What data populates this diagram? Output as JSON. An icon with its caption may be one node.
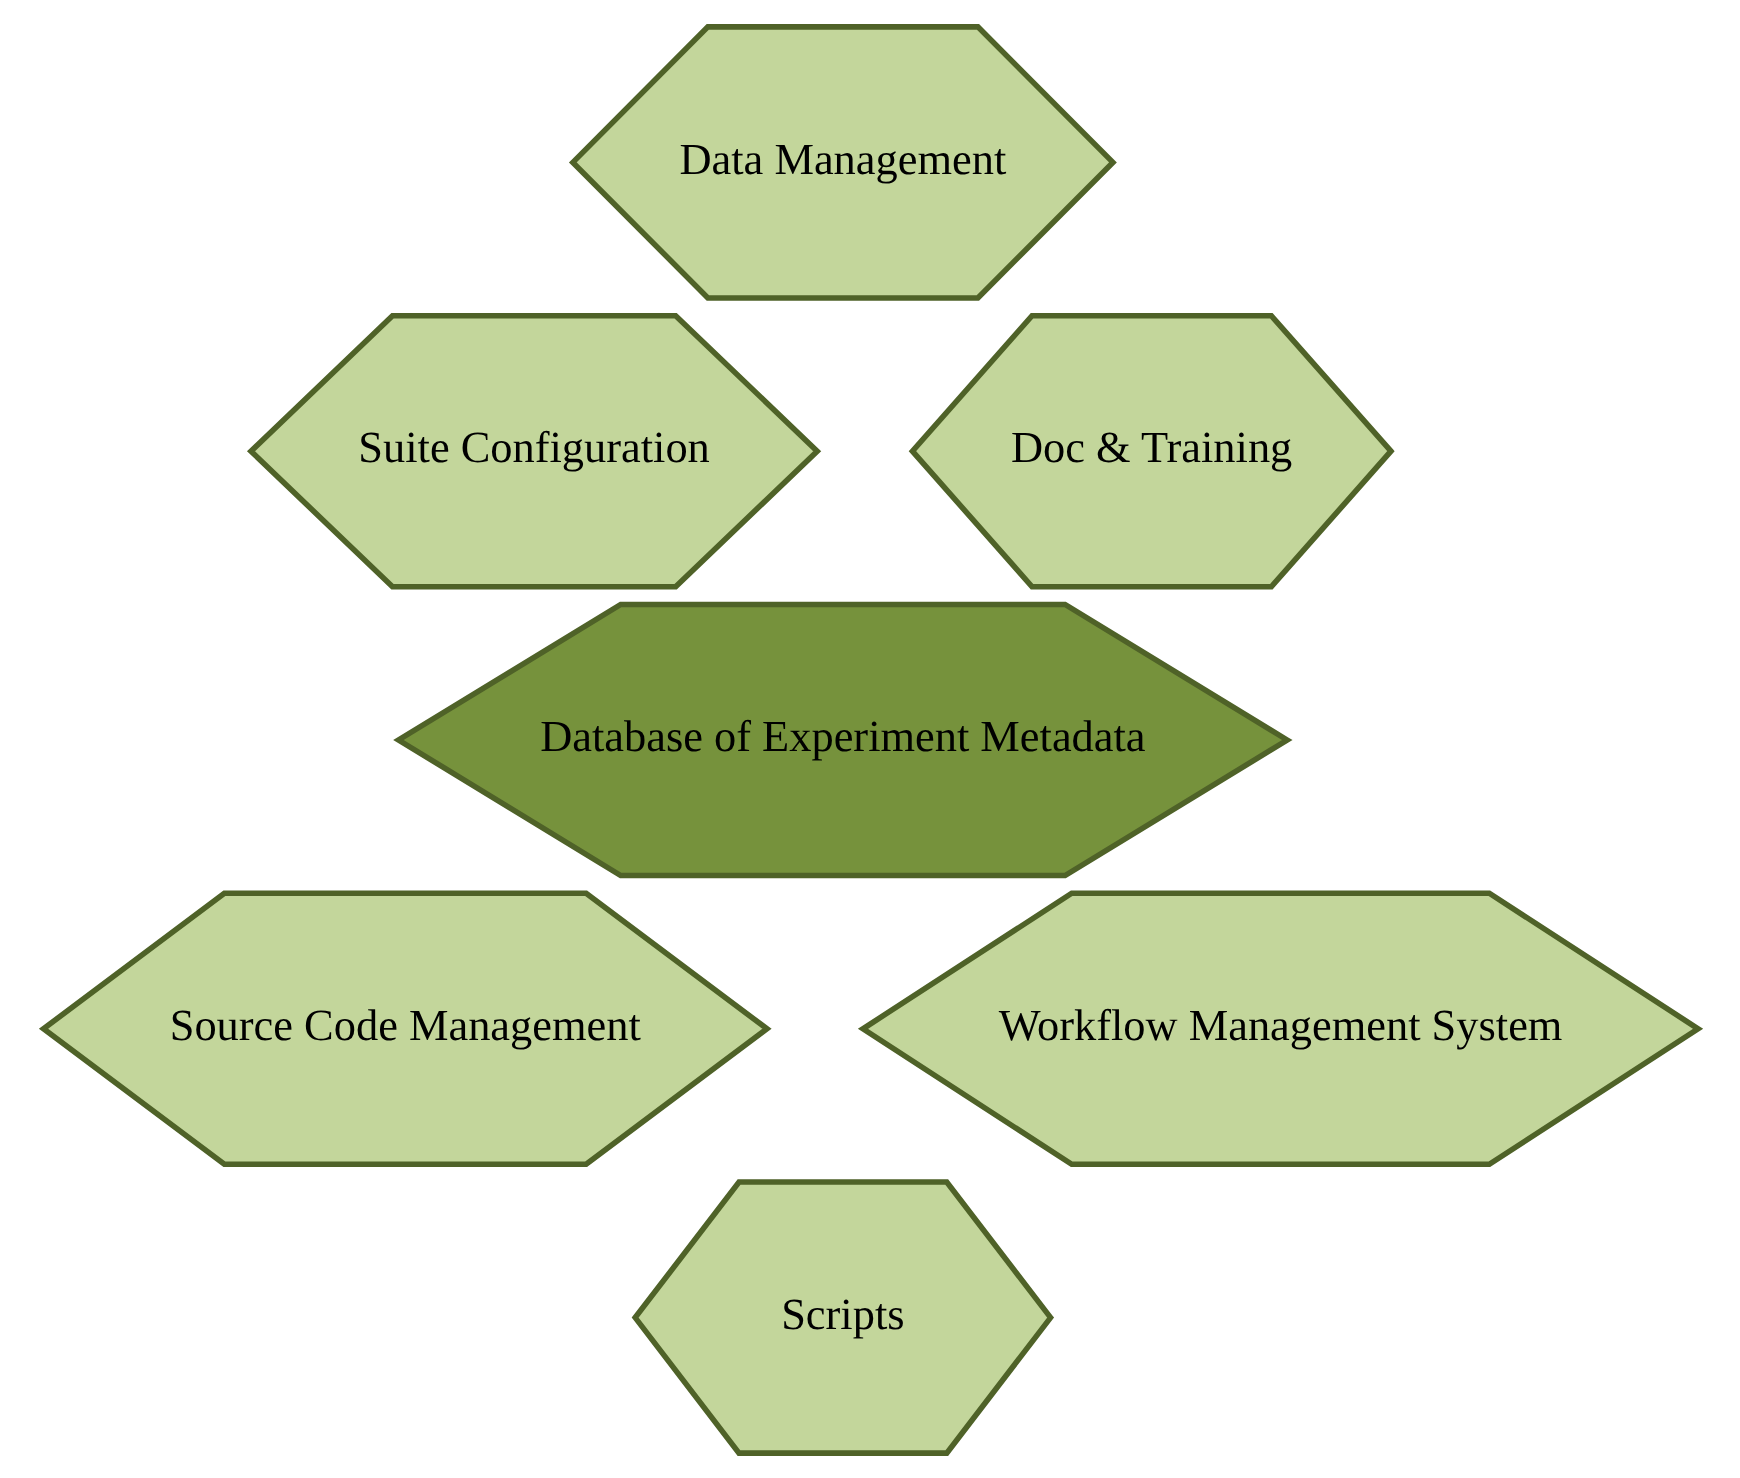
{
  "diagram": {
    "nodes": [
      {
        "text": [
          "Data Management"
        ]
      },
      {
        "text": [
          "Suite Configuration"
        ]
      },
      {
        "text": [
          "Doc & Training"
        ]
      },
      {
        "text": [
          "Database of Experiment Metadata"
        ]
      },
      {
        "text": [
          "Source Code Management"
        ]
      },
      {
        "text": [
          "Workflow Management System"
        ]
      },
      {
        "text": [
          "Scripts"
        ]
      }
    ],
    "edges": []
  }
}
